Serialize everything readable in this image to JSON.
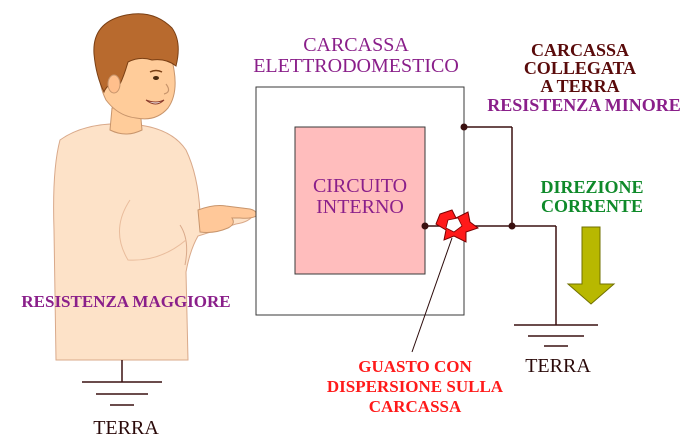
{
  "labels": {
    "carcassa_elettrodomestico": [
      "CARCASSA",
      "ELETTRODOMESTICO"
    ],
    "circuito_interno": [
      "CIRCUITO",
      "INTERNO"
    ],
    "carcassa_collegata": [
      "CARCASSA",
      "COLLEGATA",
      "A TERRA"
    ],
    "resistenza_minore": "RESISTENZA MINORE",
    "direzione_corrente": [
      "DIREZIONE",
      "CORRENTE"
    ],
    "resistenza_maggiore": "RESISTENZA MAGGIORE",
    "guasto": [
      "GUASTO CON",
      "DISPERSIONE SULLA",
      "CARCASSA"
    ],
    "terra_right": "TERRA",
    "terra_left": "TERRA"
  },
  "colors": {
    "purple": "#8a1f8a",
    "maroon": "#5a0b0b",
    "green": "#0f8a2a",
    "red": "#ff1a1a",
    "circuit_fill": "#ffbdbd",
    "arrow": "#b8b800",
    "skin": "#ffd2a8",
    "hair": "#b86a2e"
  },
  "icons": [
    "person-pointing",
    "ground-symbol",
    "fault-spark",
    "down-arrow"
  ]
}
